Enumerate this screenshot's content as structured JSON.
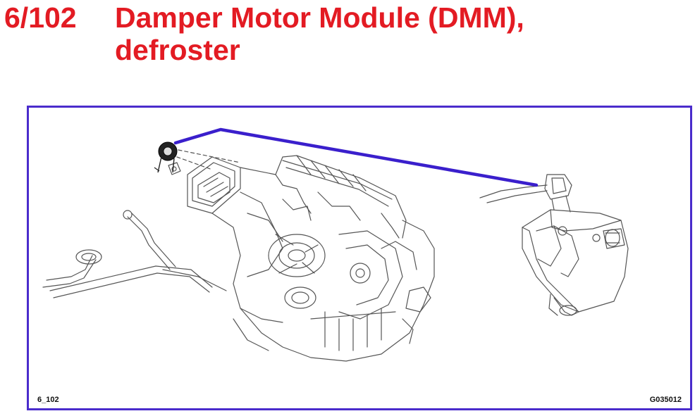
{
  "header": {
    "number": "6/102",
    "title_line1": "Damper Motor Module (DMM),",
    "title_line2": "defroster"
  },
  "figure": {
    "figure_id": "6_102",
    "graphic_code": "G035012"
  },
  "colors": {
    "title": "#e31b23",
    "frame": "#4a2ccc",
    "leader_line": "#3a1fcc",
    "drawing": "#444444"
  }
}
